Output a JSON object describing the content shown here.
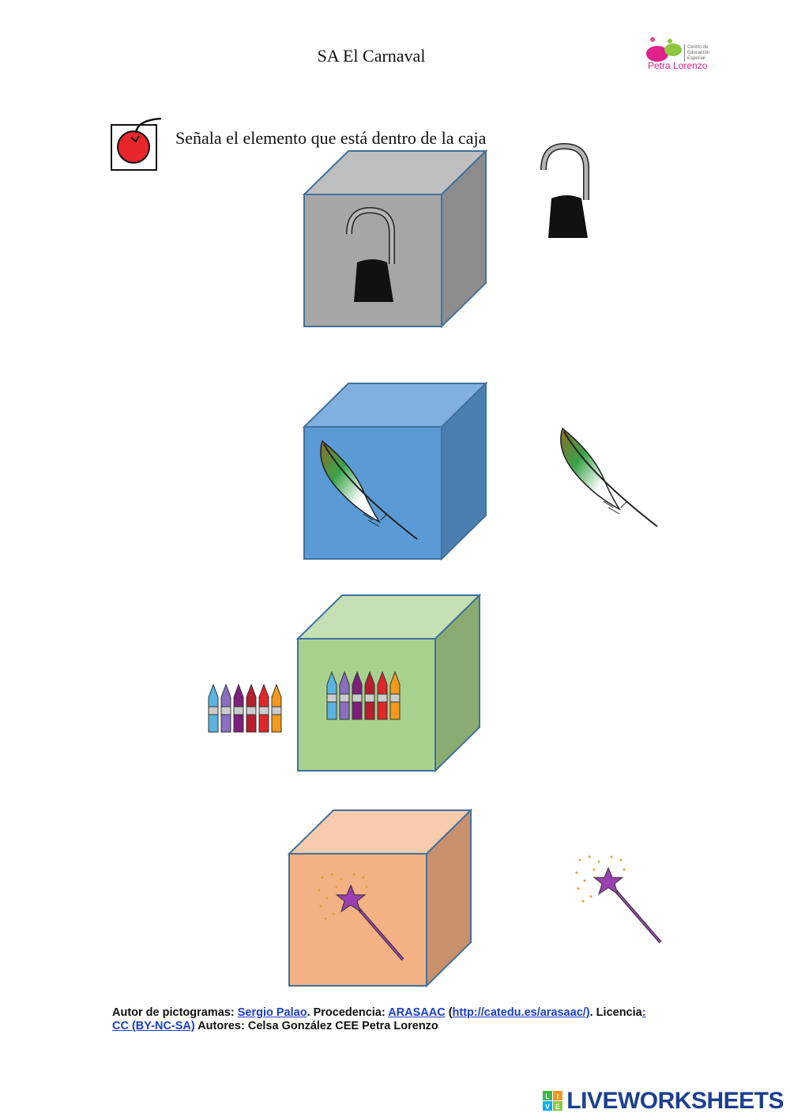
{
  "header": {
    "title": "SA El Carnaval",
    "logo_name": "Petra Lorenzo",
    "logo_sub": [
      "Centro de",
      "Educación",
      "Especial"
    ]
  },
  "instruction": {
    "text": "Señala el elemento que está dentro de la caja",
    "icon": "pointing-apple-icon"
  },
  "boxes": [
    {
      "item": "hook",
      "face": "#a6a6a6",
      "top": "#bfbfbf",
      "side": "#8c8c8c"
    },
    {
      "item": "feather",
      "face": "#5b9bd5",
      "top": "#7fb0df",
      "side": "#4a7fb0"
    },
    {
      "item": "crayons",
      "face": "#a9d18e",
      "top": "#c5e0b4",
      "side": "#8aac73"
    },
    {
      "item": "magic-wand",
      "face": "#f4b183",
      "top": "#f8cbad",
      "side": "#c9916b"
    }
  ],
  "footer": {
    "l1": "Autor de pictogramas: ",
    "author": "Sergio Palao",
    "l2": ". Procedencia: ",
    "source": "ARASAAC",
    "l3": " (",
    "url": "http://catedu.es/arasaac/)",
    "l4": ". Licencia",
    "colon": ":",
    "license": "CC (BY-NC-SA)",
    "l5": " Autores: Celsa González CEE Petra Lorenzo"
  },
  "branding": {
    "text": "LIVEWORKSHEETS",
    "badge": [
      "L",
      "I",
      "V",
      "E"
    ]
  }
}
